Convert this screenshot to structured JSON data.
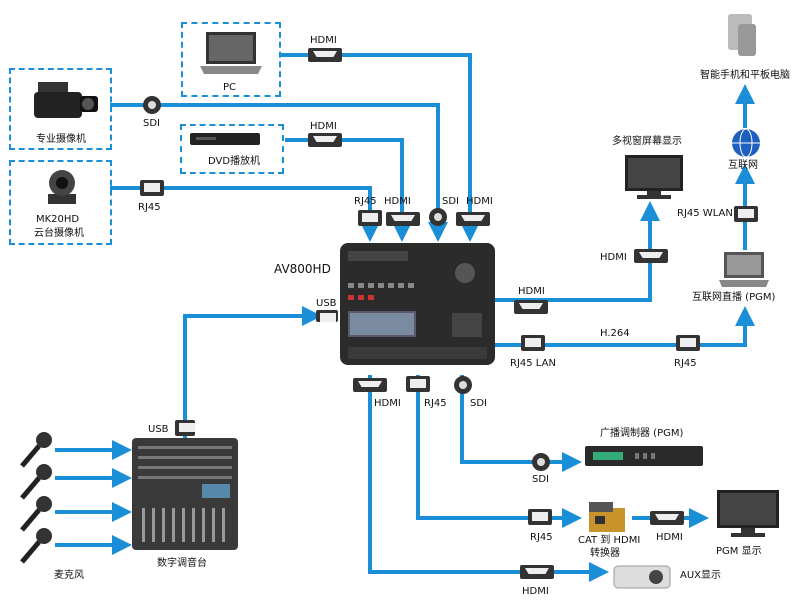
{
  "labels": {
    "pc": "PC",
    "pro_camera": "专业摄像机",
    "dvd_player": "DVD播放机",
    "ptz_camera_model": "MK20HD",
    "ptz_camera": "云台摄像机",
    "switcher": "AV800HD",
    "smartphone_tablet": "智能手机和平板电脑",
    "multiview_display": "多视窗屏幕显示",
    "internet": "互联网",
    "live_stream": "互联网直播 (PGM)",
    "broadcast_modulator": "广播调制器 (PGM)",
    "cat_hdmi_converter_1": "CAT 到 HDMI",
    "cat_hdmi_converter_2": "转换器",
    "pgm_display": "PGM 显示",
    "aux_display": "AUX显示",
    "microphones": "麦克风",
    "digital_mixer": "数字调音台"
  },
  "ports": {
    "hdmi": "HDMI",
    "sdi": "SDI",
    "rj45": "RJ45",
    "usb": "USB",
    "rj45_wlan": "RJ45 WLAN",
    "rj45_lan": "RJ45 LAN",
    "h264": "H.264"
  },
  "colors": {
    "line": "#1a8fd8",
    "dashed_border": "#1a8fd8",
    "device_dark": "#2b2b2b"
  },
  "icons": [
    "laptop-icon",
    "camcorder-icon",
    "dvd-player-icon",
    "ptz-camera-icon",
    "switcher-icon",
    "smartphone-tablet-icon",
    "globe-icon",
    "monitor-icon",
    "broadcast-modulator-icon",
    "cat-hdmi-converter-icon",
    "projector-icon",
    "microphone-icon",
    "audio-mixer-icon"
  ]
}
